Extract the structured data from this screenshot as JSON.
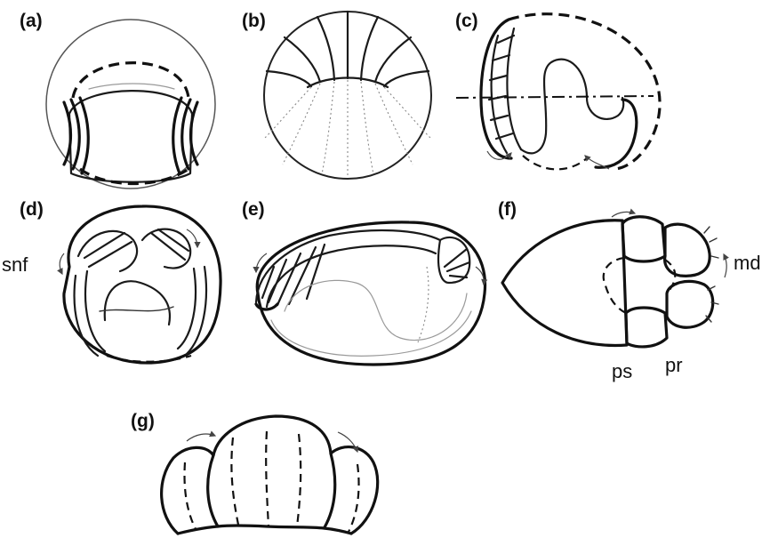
{
  "panels": [
    {
      "id": "a",
      "label": "(a)"
    },
    {
      "id": "b",
      "label": "(b)"
    },
    {
      "id": "c",
      "label": "(c)"
    },
    {
      "id": "d",
      "label": "(d)"
    },
    {
      "id": "e",
      "label": "(e)"
    },
    {
      "id": "f",
      "label": "(f)"
    },
    {
      "id": "g",
      "label": "(g)"
    }
  ],
  "annotations": {
    "snf": "snf",
    "md": "md",
    "ps": "ps",
    "pr": "pr"
  }
}
